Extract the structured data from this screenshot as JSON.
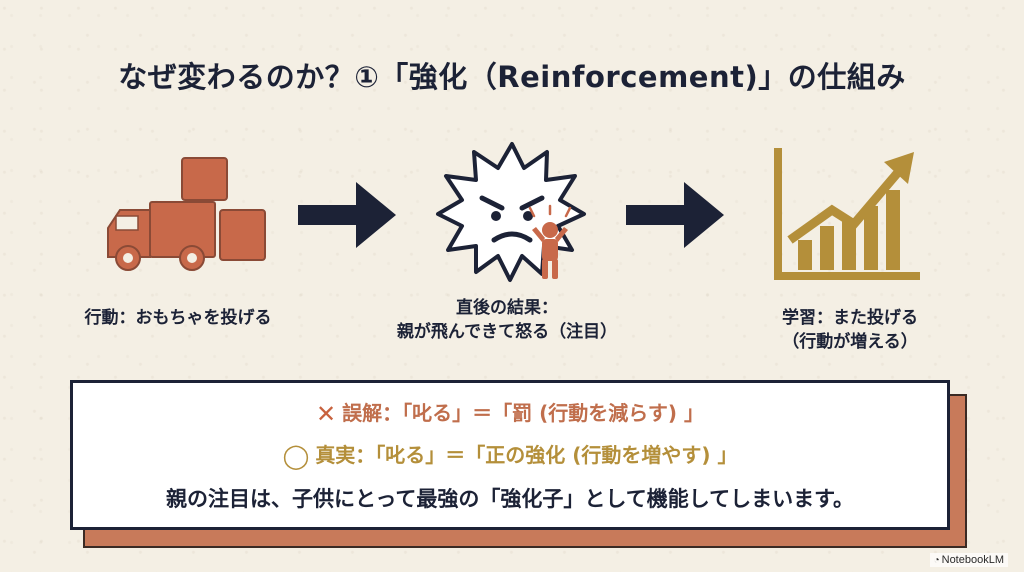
{
  "title": "なぜ変わるのか？①「強化（Reinforcement)」の仕組み",
  "steps": [
    {
      "icon": "truck-boxes-icon",
      "label": "行動：おもちゃを投げる"
    },
    {
      "icon": "angry-burst-icon",
      "label_line1": "直後の結果：",
      "label_line2": "親が飛んできて怒る（注目）"
    },
    {
      "icon": "growth-chart-icon",
      "label_line1": "学習：また投げる",
      "label_line2": "（行動が増える）"
    }
  ],
  "arrows": [
    "arrow-right-icon",
    "arrow-right-icon"
  ],
  "panel": {
    "misconception_mark": "✕",
    "misconception": "誤解：「叱る」＝「罰 (行動を減らす) 」",
    "truth_mark": "◯",
    "truth": "真実：「叱る」＝「正の強化 (行動を増やす) 」",
    "conclusion": "親の注目は、子供にとって最強の「強化子」として機能してしまいます。"
  },
  "brand": "NotebookLM",
  "colors": {
    "background": "#f4efe4",
    "navy": "#1c2236",
    "terracotta": "#c87a5a",
    "gold": "#b48f3a"
  }
}
